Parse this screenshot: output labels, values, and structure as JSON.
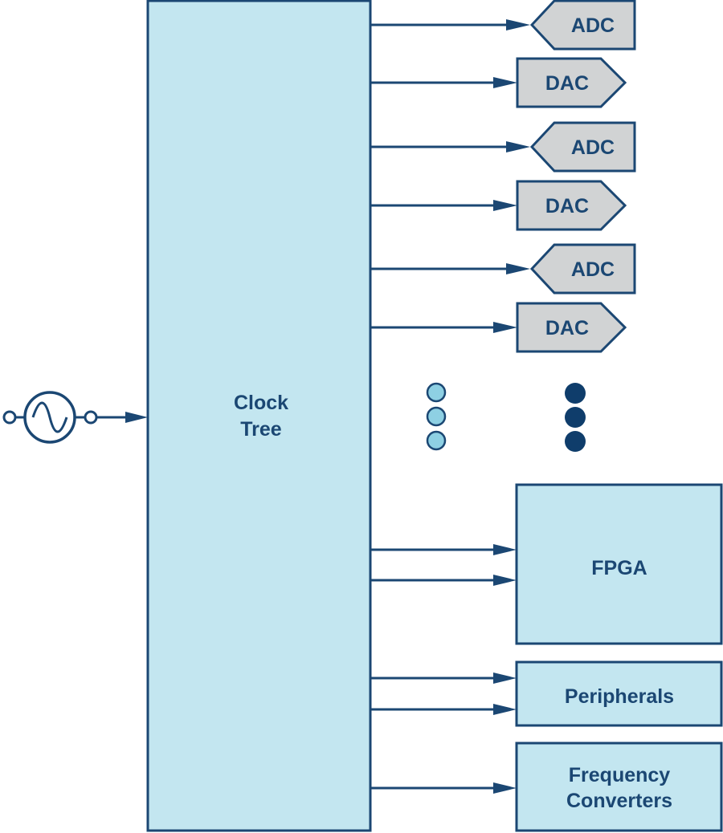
{
  "colors": {
    "stroke": "#1b4773",
    "block_fill": "#c3e6f0",
    "converter_fill": "#d1d3d4",
    "dot_light": "#8ed0e3",
    "dot_dark": "#0f3d6b"
  },
  "clock_tree": {
    "line1": "Clock",
    "line2": "Tree"
  },
  "oscillator": {
    "icon": "sine-oscillator-icon"
  },
  "converters": [
    "ADC",
    "DAC",
    "ADC",
    "DAC",
    "ADC",
    "DAC"
  ],
  "fpga": {
    "label": "FPGA"
  },
  "peripherals": {
    "label": "Peripherals"
  },
  "frequency_converters": {
    "line1": "Frequency",
    "line2": "Converters"
  }
}
